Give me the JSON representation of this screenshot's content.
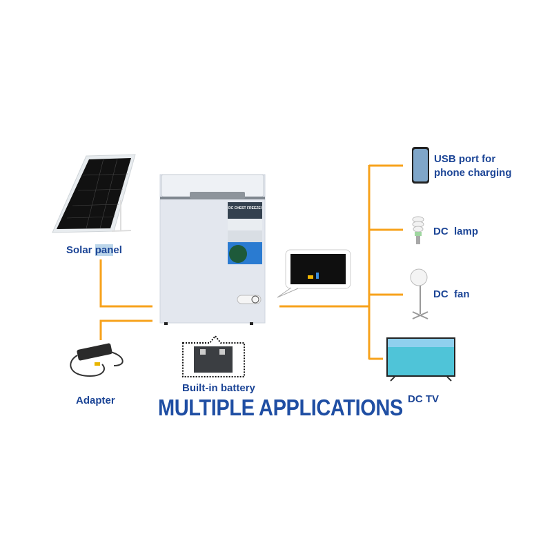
{
  "title": "MULTIPLE APPLICATIONS",
  "sources": {
    "solar": {
      "label_a": "Solar ",
      "label_b": "pan",
      "label_c": "el"
    },
    "adapter": {
      "label": "Adapter"
    },
    "battery": {
      "label": "Built-in battery"
    }
  },
  "product": {
    "name": "DC CHEST FREEZER"
  },
  "applications": [
    {
      "line1": "USB port for",
      "line2": "phone charging"
    },
    {
      "label": "DC  lamp"
    },
    {
      "label": "DC  fan"
    },
    {
      "label": "DC TV"
    }
  ],
  "colors": {
    "line": "#f7a21b",
    "text": "#1c4596",
    "title": "#1f4ea3"
  }
}
